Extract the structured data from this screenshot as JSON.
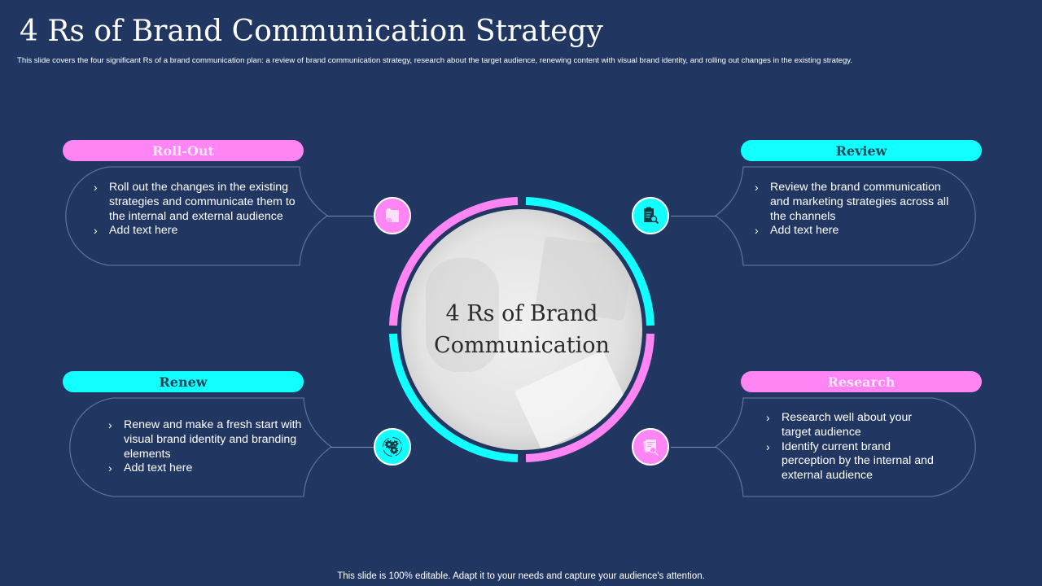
{
  "slide": {
    "title": "4 Rs of Brand Communication Strategy",
    "subtitle": "This slide covers the four significant Rs of a brand communication plan:  a review of brand communication strategy, research about the target audience, renewing content with visual brand identity, and rolling out changes in the existing strategy.",
    "footer": "This slide is 100% editable. Adapt it to your needs and capture your audience's attention."
  },
  "colors": {
    "background": "#213762",
    "pink": "#ff85f5",
    "cyan": "#12ffff",
    "outline": "#5a6f9c"
  },
  "center": {
    "line1": "4 Rs of Brand",
    "line2": "Communication"
  },
  "sections": {
    "rollout": {
      "label": "Roll-Out",
      "icon": "scroll-map-icon",
      "bullets": [
        "Roll out the changes in the existing strategies and communicate them to the internal and external audience",
        "Add text here"
      ]
    },
    "review": {
      "label": "Review",
      "icon": "clipboard-search-icon",
      "bullets": [
        "Review the brand communication and marketing strategies across all the channels",
        "Add text here"
      ]
    },
    "renew": {
      "label": "Renew",
      "icon": "gears-cycle-icon",
      "bullets": [
        "Renew and make a fresh start with visual brand identity and branding elements",
        "Add text here"
      ]
    },
    "research": {
      "label": "Research",
      "icon": "documents-search-icon",
      "bullets": [
        "Research well about your target audience",
        "Identify current brand perception by the internal and external audience"
      ]
    }
  }
}
